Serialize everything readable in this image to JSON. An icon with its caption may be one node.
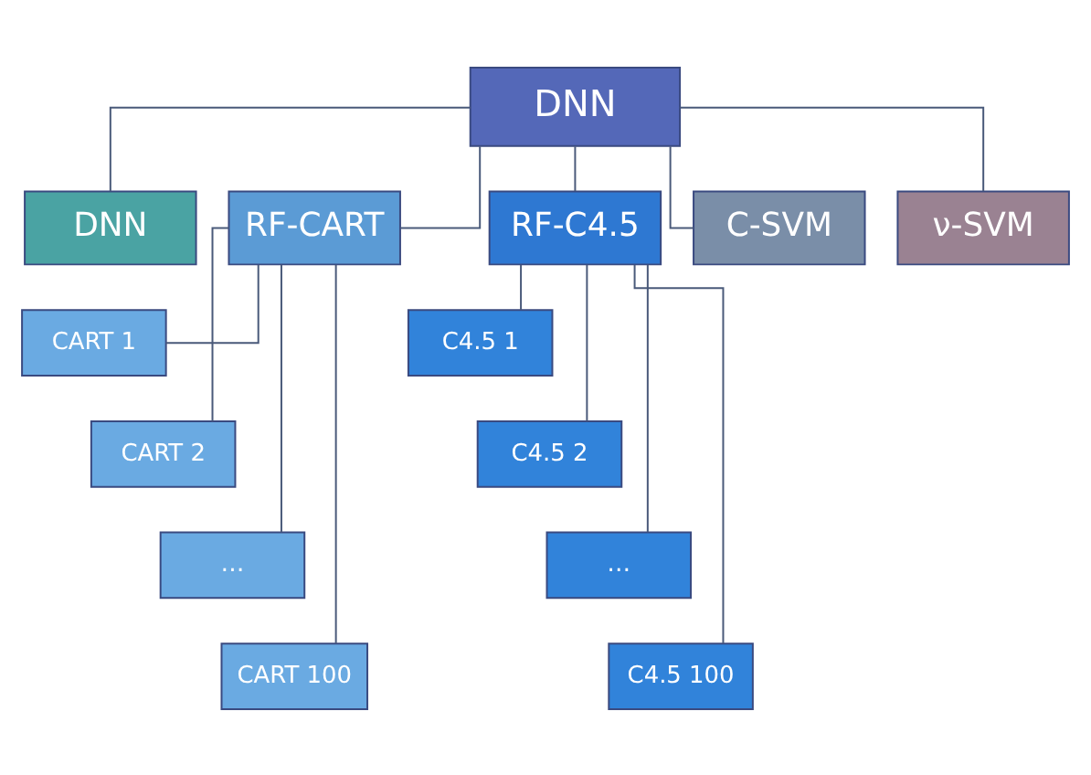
{
  "diagram": {
    "nodes": [
      {
        "text": [
          "DNN"
        ]
      },
      {
        "text": [
          "DNN"
        ]
      },
      {
        "text": [
          "RF-CART"
        ]
      },
      {
        "text": [
          "RF-C4.5"
        ]
      },
      {
        "text": [
          "C-SVM"
        ]
      },
      {
        "text": [
          "ν-SVM"
        ]
      },
      {
        "text": [
          "CART 1"
        ]
      },
      {
        "text": [
          "CART 2"
        ]
      },
      {
        "text": [
          "…"
        ]
      },
      {
        "text": [
          "CART 100"
        ]
      },
      {
        "text": [
          "C4.5 1"
        ]
      },
      {
        "text": [
          "C4.5 2"
        ]
      },
      {
        "text": [
          "…"
        ]
      },
      {
        "text": [
          "C4.5 100"
        ]
      }
    ],
    "edges": [
      {
        "from": 0,
        "to": 1,
        "arrow": "none"
      },
      {
        "from": 0,
        "to": 2,
        "arrow": "none"
      },
      {
        "from": 0,
        "to": 3,
        "arrow": "none"
      },
      {
        "from": 0,
        "to": 4,
        "arrow": "none"
      },
      {
        "from": 0,
        "to": 5,
        "arrow": "none"
      },
      {
        "from": 2,
        "to": 6,
        "arrow": "none"
      },
      {
        "from": 2,
        "to": 7,
        "arrow": "none"
      },
      {
        "from": 2,
        "to": 8,
        "arrow": "none"
      },
      {
        "from": 2,
        "to": 9,
        "arrow": "none"
      },
      {
        "from": 3,
        "to": 10,
        "arrow": "none"
      },
      {
        "from": 3,
        "to": 11,
        "arrow": "none"
      },
      {
        "from": 3,
        "to": 12,
        "arrow": "none"
      },
      {
        "from": 3,
        "to": 13,
        "arrow": "none"
      }
    ]
  }
}
